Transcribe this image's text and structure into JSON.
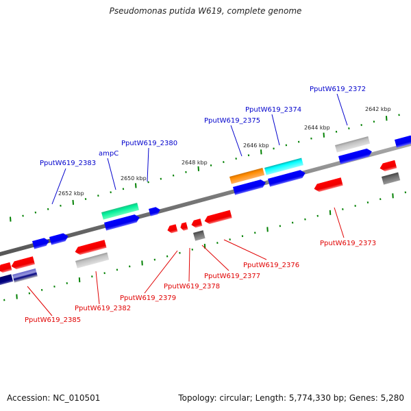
{
  "title": "Pseudomonas putida W619, complete genome",
  "footer": {
    "accession": "Accession: NC_010501",
    "topology": "Topology: circular; Length: 5,774,330 bp; Genes: 5,280"
  },
  "colors": {
    "forward_cds": "#0000ff",
    "reverse_cds": "#ff0000",
    "tick": "#008000",
    "backbone": "#808080",
    "label_forward": "#0000cc",
    "label_reverse": "#e00000"
  },
  "kbp_labels": [
    "2652 kbp",
    "2650 kbp",
    "2648 kbp",
    "2646 kbp",
    "2644 kbp",
    "2642 kbp"
  ],
  "forward_labels": [
    "PputW619_2383",
    "ampC",
    "PputW619_2380",
    "PputW619_2375",
    "PputW619_2374",
    "PputW619_2372"
  ],
  "reverse_labels": [
    "PputW619_2385",
    "PputW619_2382",
    "PputW619_2379",
    "PputW619_2378",
    "PputW619_2377",
    "PputW619_2376",
    "PputW619_2373"
  ]
}
